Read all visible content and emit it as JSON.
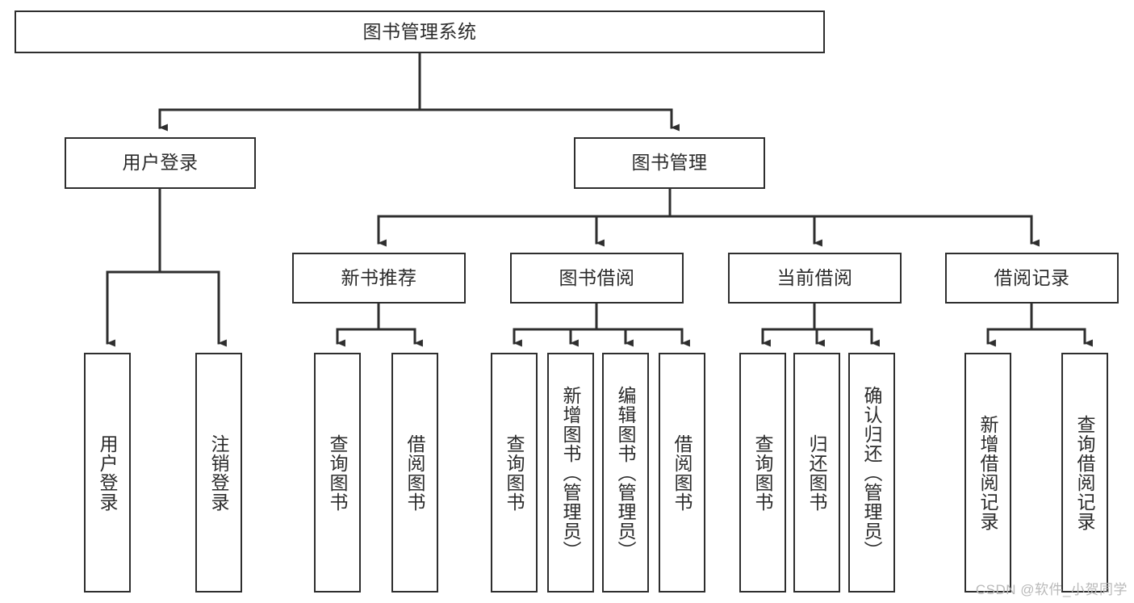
{
  "diagram": {
    "type": "tree-hierarchy-diagram",
    "title": "图书管理系统",
    "background_color": "#ffffff",
    "line_color": "#2e2e2e",
    "text_color": "#2b2b2b",
    "levels": 4
  },
  "nodes": {
    "root": {
      "label": "图书管理系统",
      "orientation": "horizontal"
    },
    "level2": [
      {
        "id": "user-login",
        "label": "用户登录",
        "orientation": "horizontal"
      },
      {
        "id": "book-manage",
        "label": "图书管理",
        "orientation": "horizontal"
      }
    ],
    "level3": [
      {
        "id": "new-book-recommend",
        "label": "新书推荐",
        "orientation": "horizontal",
        "parent": "book-manage"
      },
      {
        "id": "book-borrow",
        "label": "图书借阅",
        "orientation": "horizontal",
        "parent": "book-manage"
      },
      {
        "id": "current-borrow",
        "label": "当前借阅",
        "orientation": "horizontal",
        "parent": "book-manage"
      },
      {
        "id": "borrow-record",
        "label": "借阅记录",
        "orientation": "horizontal",
        "parent": "book-manage"
      }
    ],
    "leaves": [
      {
        "id": "leaf-user-login",
        "label": "用户登录",
        "orientation": "vertical",
        "parent": "user-login"
      },
      {
        "id": "leaf-logout-login",
        "label": "注销登录",
        "orientation": "vertical",
        "parent": "user-login"
      },
      {
        "id": "leaf-query-book-1",
        "label": "查询图书",
        "orientation": "vertical",
        "parent": "new-book-recommend"
      },
      {
        "id": "leaf-borrow-book-1",
        "label": "借阅图书",
        "orientation": "vertical",
        "parent": "new-book-recommend"
      },
      {
        "id": "leaf-query-book-2",
        "label": "查询图书",
        "orientation": "vertical",
        "parent": "book-borrow"
      },
      {
        "id": "leaf-add-book-admin",
        "label": "新增图书（管理员）",
        "orientation": "vertical",
        "parent": "book-borrow"
      },
      {
        "id": "leaf-edit-book-admin",
        "label": "编辑图书（管理员）",
        "orientation": "vertical",
        "parent": "book-borrow"
      },
      {
        "id": "leaf-borrow-book-2",
        "label": "借阅图书",
        "orientation": "vertical",
        "parent": "book-borrow"
      },
      {
        "id": "leaf-query-book-3",
        "label": "查询图书",
        "orientation": "vertical",
        "parent": "current-borrow"
      },
      {
        "id": "leaf-return-book",
        "label": "归还图书",
        "orientation": "vertical",
        "parent": "current-borrow"
      },
      {
        "id": "leaf-confirm-return-admin",
        "label": "确认归还（管理员）",
        "orientation": "vertical",
        "parent": "current-borrow"
      },
      {
        "id": "leaf-add-borrow-record",
        "label": "新增借阅记录",
        "orientation": "vertical",
        "parent": "borrow-record"
      },
      {
        "id": "leaf-query-borrow-record",
        "label": "查询借阅记录",
        "orientation": "vertical",
        "parent": "borrow-record"
      }
    ]
  },
  "watermark": {
    "text": "CSDN @软件_小贺同学"
  }
}
